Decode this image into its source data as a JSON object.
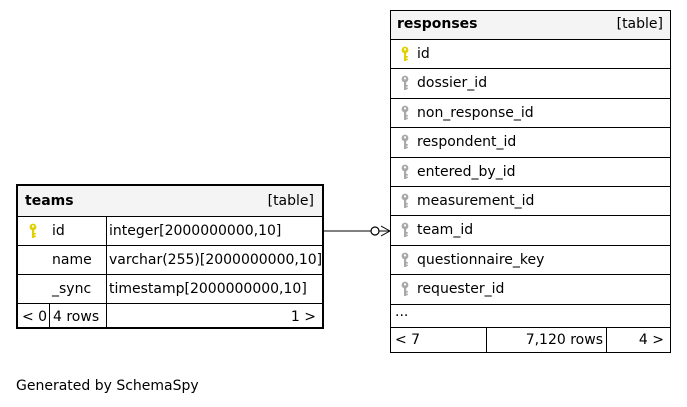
{
  "colors": {
    "primary_key": "#e0d000",
    "foreign_key": "#a8a8a8",
    "header_bg": "#f4f4f4",
    "border": "#000000"
  },
  "teams": {
    "name": "teams",
    "tag": "[table]",
    "columns": [
      {
        "key_icon": "primary-key-icon",
        "name": "id",
        "type": "integer[2000000000,10]"
      },
      {
        "key_icon": "",
        "name": "name",
        "type": "varchar(255)[2000000000,10]"
      },
      {
        "key_icon": "",
        "name": "_sync",
        "type": "timestamp[2000000000,10]"
      }
    ],
    "footer": {
      "parents": "< 0",
      "rows": "4 rows",
      "children": "1 >"
    }
  },
  "responses": {
    "name": "responses",
    "tag": "[table]",
    "columns": [
      {
        "key_icon": "primary-key-icon",
        "name": "id"
      },
      {
        "key_icon": "foreign-key-icon",
        "name": "dossier_id"
      },
      {
        "key_icon": "foreign-key-icon",
        "name": "non_response_id"
      },
      {
        "key_icon": "foreign-key-icon",
        "name": "respondent_id"
      },
      {
        "key_icon": "foreign-key-icon",
        "name": "entered_by_id"
      },
      {
        "key_icon": "foreign-key-icon",
        "name": "measurement_id"
      },
      {
        "key_icon": "foreign-key-icon",
        "name": "team_id"
      },
      {
        "key_icon": "foreign-key-icon",
        "name": "questionnaire_key"
      },
      {
        "key_icon": "foreign-key-icon",
        "name": "requester_id"
      }
    ],
    "more": "...",
    "footer": {
      "parents": "< 7",
      "rows": "7,120 rows",
      "children": "4 >"
    }
  },
  "footer_text": "Generated by SchemaSpy"
}
